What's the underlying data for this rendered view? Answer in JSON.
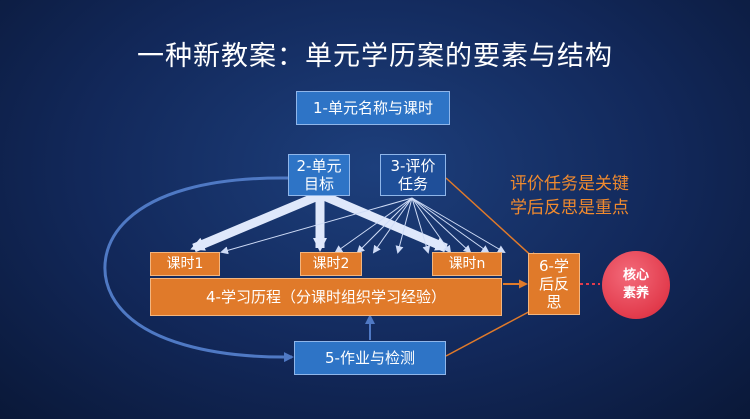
{
  "title": "一种新教案：单元学历案的要素与结构",
  "boxes": {
    "unit_name": "1-单元名称与课时",
    "unit_goal": "2-单元\n目标",
    "evaluation_task": "3-评价\n任务",
    "lesson1": "课时1",
    "lesson2": "课时2",
    "lessonn": "课时n",
    "learning_process": "4-学习历程（分课时组织学习经验）",
    "homework": "5-作业与检测",
    "reflection": "6-学\n后反\n思",
    "core_literacy": "核心\n素养"
  },
  "notes": {
    "line1": "评价任务是关键",
    "line2": "学后反思是重点"
  },
  "colors": {
    "blue_box": "#2e74c6",
    "orange_box": "#e07a2a",
    "note_text": "#f08a2e",
    "core_circle": "#e23b4c"
  }
}
